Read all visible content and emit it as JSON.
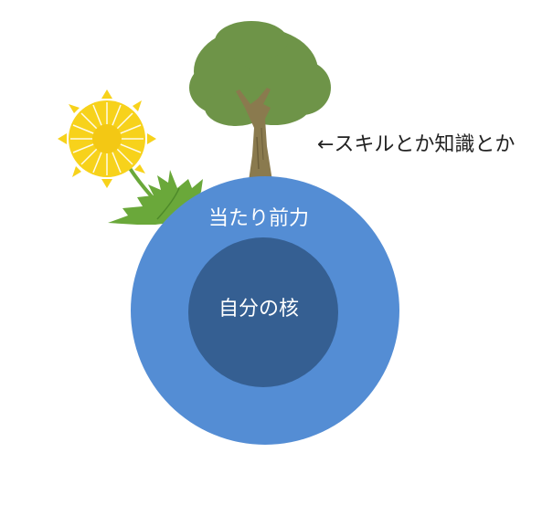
{
  "diagram": {
    "outer_label": "当たり前力",
    "inner_label": "自分の核",
    "annotation": "←スキルとか知識とか"
  },
  "icons": {
    "tree": "tree-icon",
    "dandelion": "dandelion-icon"
  },
  "colors": {
    "outer_circle": "#548dd4",
    "inner_circle": "#355f92",
    "tree_canopy": "#6e9448",
    "tree_trunk": "#8a7a4e",
    "dandelion_flower": "#f7d21b",
    "dandelion_leaves": "#6aa83a"
  }
}
